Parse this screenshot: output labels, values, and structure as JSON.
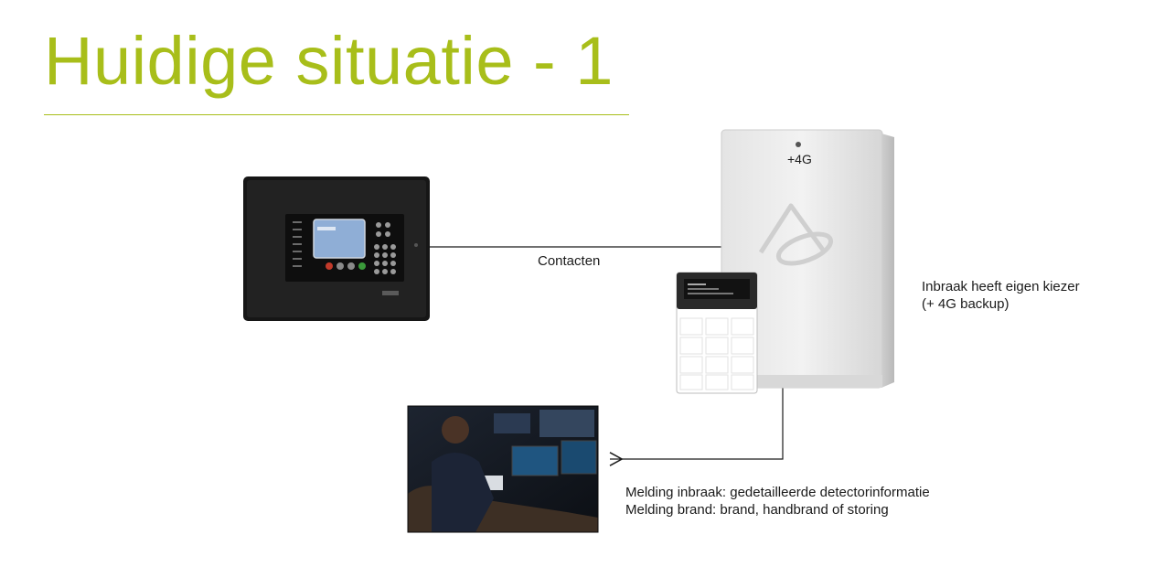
{
  "slide": {
    "title": "Huidige situatie - 1",
    "accent_color": "#a8be1a"
  },
  "diagram": {
    "link_label": "Contacten",
    "panel_4g_label": "+4G",
    "intrusion_note_line1": "Inbraak heeft eigen kiezer",
    "intrusion_note_line2": "(+ 4G backup)",
    "message_line1": "Melding inbraak: gedetailleerde detectorinformatie",
    "message_line2": "Melding brand: brand, handbrand of storing"
  }
}
